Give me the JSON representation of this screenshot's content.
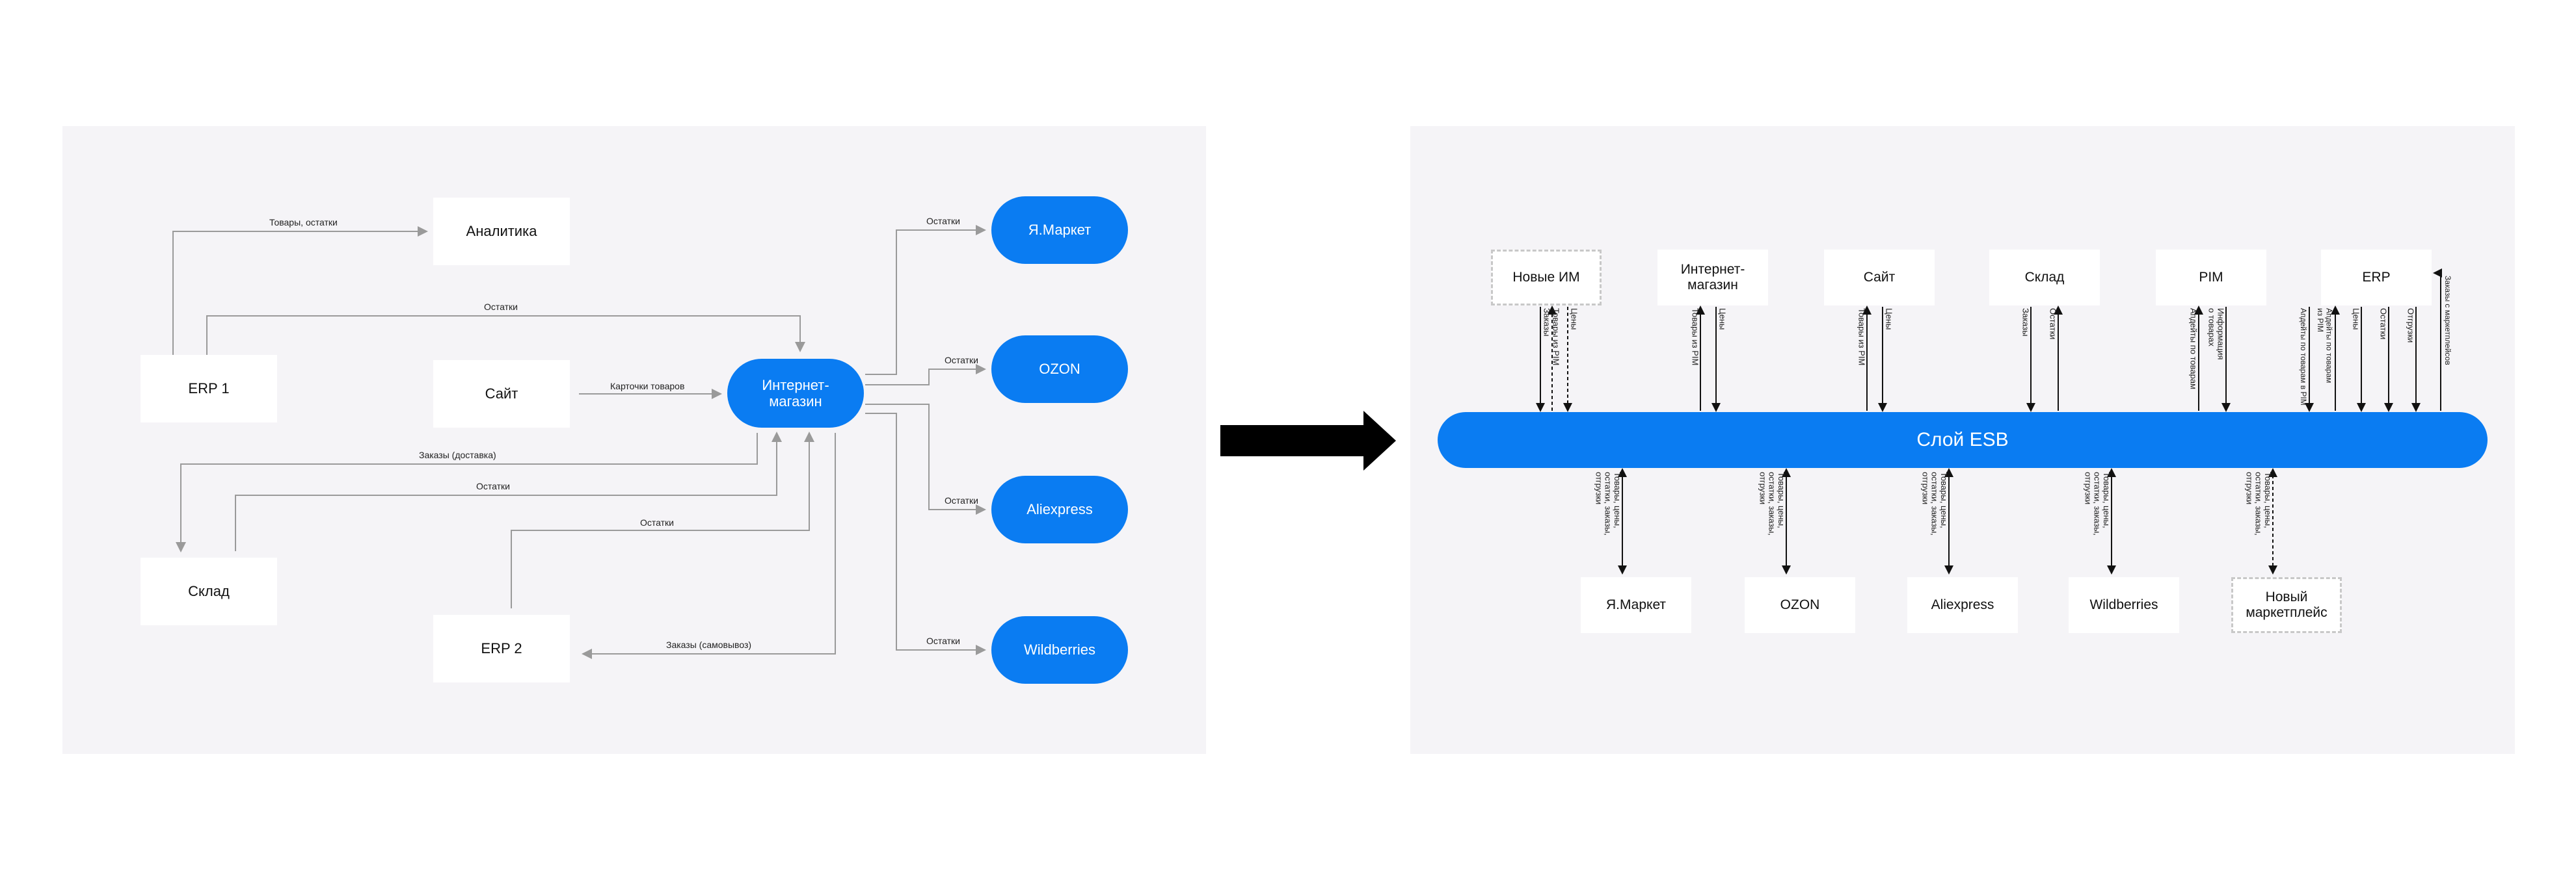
{
  "colors": {
    "accent": "#0a7cf2",
    "panel": "#f5f4f7",
    "line": "#9a9a9a"
  },
  "left": {
    "nodes": {
      "analytics": "Аналитика",
      "erp1": "ERP 1",
      "site": "Сайт",
      "shop": "Интернет-\nмагазин",
      "warehouse": "Склад",
      "erp2": "ERP 2",
      "ymarket": "Я.Маркет",
      "ozon": "OZON",
      "aliexpress": "Aliexpress",
      "wildberries": "Wildberries"
    },
    "edges": {
      "goods_stock": "Товары, остатки",
      "stock_erp1": "Остатки",
      "product_cards": "Карточки товаров",
      "orders_delivery": "Заказы (доставка)",
      "stock_warehouse": "Остатки",
      "stock_erp2": "Остатки",
      "orders_pickup": "Заказы (самовывоз)",
      "stock_ymarket": "Остатки",
      "stock_ozon": "Остатки",
      "stock_aliexpress": "Остатки",
      "stock_wildberries": "Остатки"
    }
  },
  "right": {
    "esb": "Слой ESB",
    "top_nodes": {
      "new_shops": "Новые ИМ",
      "shop": "Интернет-\nмагазин",
      "site": "Сайт",
      "warehouse": "Склад",
      "pim": "PIM",
      "erp": "ERP"
    },
    "bottom_nodes": {
      "ymarket": "Я.Маркет",
      "ozon": "OZON",
      "aliexpress": "Aliexpress",
      "wildberries": "Wildberries",
      "new_marketplace": "Новый\nмаркетплейс"
    },
    "edges": {
      "new_shops_a": "Товары из PIM\nЗаказы",
      "new_shops_b": "Цены",
      "shop_a": "Товары из PIM",
      "shop_b": "Цены",
      "site_a": "Товары из PIM",
      "site_b": "Цены",
      "warehouse_a": "Заказы",
      "warehouse_b": "Остатки",
      "pim_a": "Апдейты по товарам",
      "pim_b": "Информация\nо товарах",
      "erp_a": "Апдейты по товарам в PIM",
      "erp_b": "Апдейты по товарам\nиз PIM",
      "erp_c": "Цены",
      "erp_d": "Остатки",
      "erp_e": "Отгрузки",
      "erp_f": "Заказы с маркетплейсов",
      "mp": "Товары, цены,\nостатки, заказы,\nотгрузки"
    }
  }
}
